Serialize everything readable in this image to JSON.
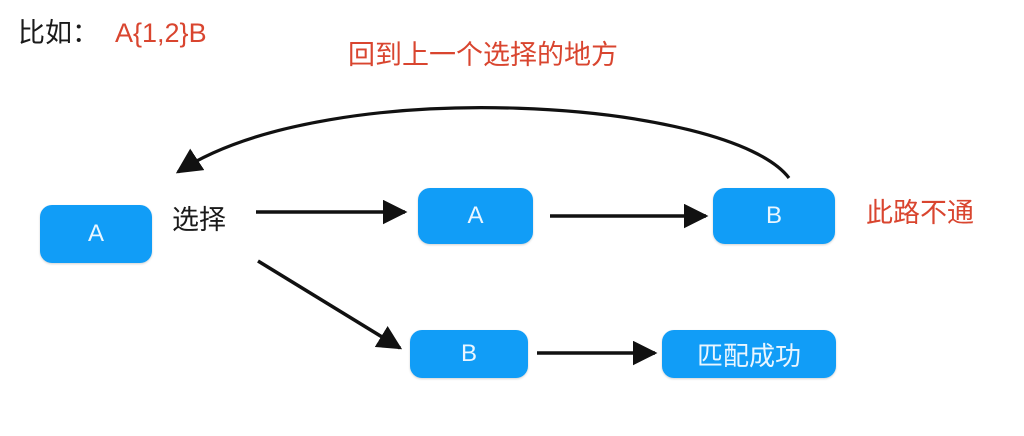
{
  "diagram": {
    "title_prefix": "比如：",
    "pattern": "A{1,2}B",
    "backtrack_note": "回到上一个选择的地方",
    "dead_end_note": "此路不通",
    "choose_label": "选择",
    "colors": {
      "node_fill": "#119df7",
      "node_text": "#eaf6ff",
      "annotation_red": "#d9452f",
      "text_black": "#1a1a1a",
      "arrow": "#111111",
      "background": "#ffffff"
    },
    "nodes": [
      {
        "id": "start",
        "label": "A"
      },
      {
        "id": "a-top",
        "label": "A"
      },
      {
        "id": "b-top",
        "label": "B"
      },
      {
        "id": "b-bot",
        "label": "B"
      },
      {
        "id": "match",
        "label": "匹配成功"
      }
    ],
    "edges": [
      {
        "id": "choose-to-a-top",
        "from": "选择",
        "to": "A",
        "style": "straight"
      },
      {
        "id": "a-top-to-b-top",
        "from": "A",
        "to": "B",
        "style": "straight"
      },
      {
        "id": "choose-to-b-bot",
        "from": "选择",
        "to": "B",
        "style": "diagonal"
      },
      {
        "id": "b-bot-to-match",
        "from": "B",
        "to": "匹配成功",
        "style": "straight"
      },
      {
        "id": "b-top-backtrack",
        "from": "B",
        "to": "选择",
        "style": "curved-arc",
        "label": "回到上一个选择的地方"
      }
    ]
  }
}
